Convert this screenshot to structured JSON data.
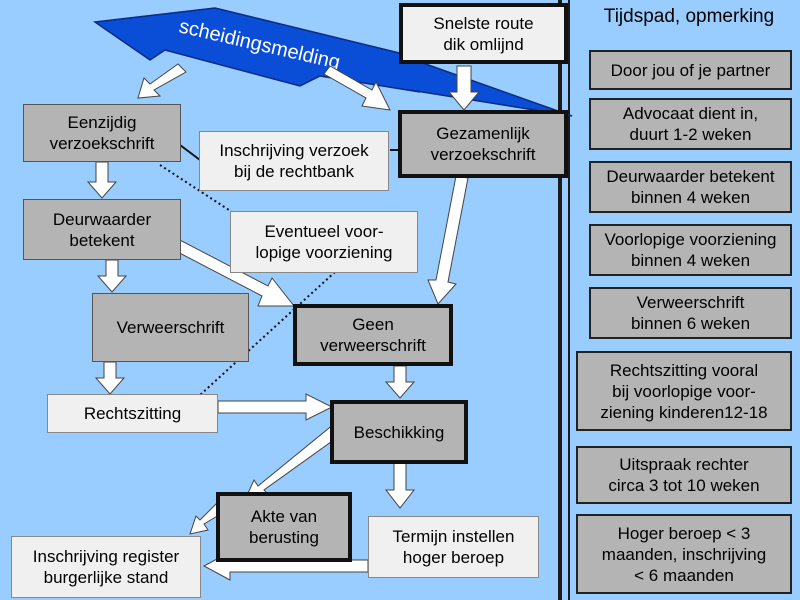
{
  "banner": {
    "text": "scheidingsmelding",
    "fill": "#0a4dd6"
  },
  "nodes": {
    "snelste_route": "Snelste route\ndik omlijnd",
    "eenzijdig": "Eenzijdig\nverzoekschrift",
    "inschrijving_verzoek": "Inschrijving verzoek\nbij de rechtbank",
    "gezamenlijk": "Gezamenlijk\nverzoekschrift",
    "deurwaarder": "Deurwaarder\nbetekent",
    "eventueel": "Eventueel voor-\nlopige voorziening",
    "verweerschrift": "Verweerschrift",
    "geen_verweerschrift": "Geen\nverweerschrift",
    "rechtszitting": "Rechtszitting",
    "beschikking": "Beschikking",
    "akte": "Akte van\nberusting",
    "termijn": "Termijn instellen\nhoger beroep",
    "inschrijving_register": "Inschrijving register\nburgerlijke stand"
  },
  "timeline": {
    "header": "Tijdspad, opmerking",
    "items": [
      "Door jou of je partner",
      "Advocaat dient in,\nduurt 1-2 weken",
      "Deurwaarder betekent\nbinnen 4 weken",
      "Voorlopige voorziening\nbinnen 4 weken",
      "Verweerschrift\nbinnen 6 weken",
      "Rechtszitting vooral\nbij voorlopige voor-\nziening kinderen12-18",
      "Uitspraak rechter\ncirca 3 tot 10 weken",
      "Hoger beroep < 3\nmaanden, inschrijving\n< 6 maanden"
    ]
  },
  "colors": {
    "background": "#99ccff",
    "grey_box": "#b4b4b4",
    "white_box": "#f0f0f0",
    "banner": "#0a4dd6"
  }
}
